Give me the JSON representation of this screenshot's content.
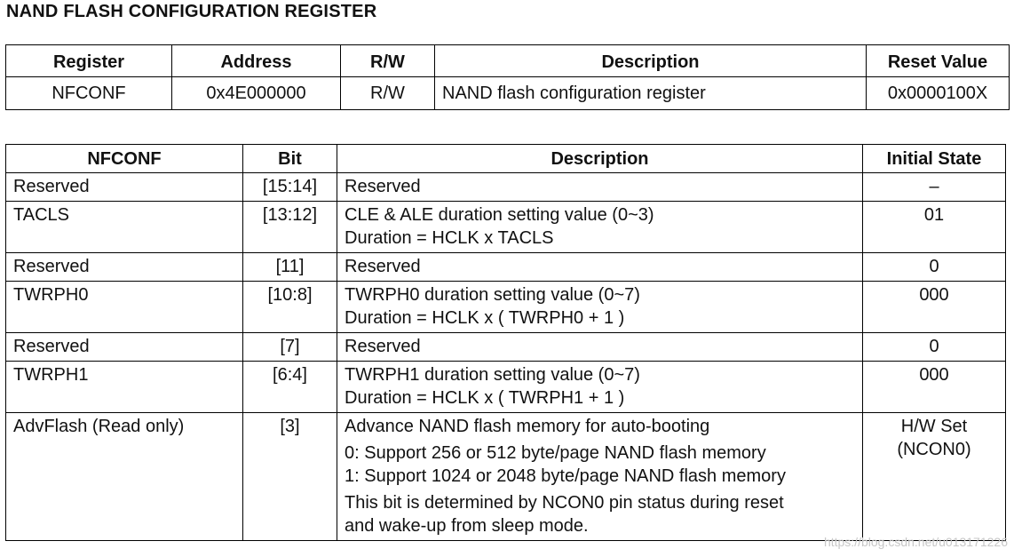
{
  "title": "NAND FLASH CONFIGURATION REGISTER",
  "register_table": {
    "headers": [
      "Register",
      "Address",
      "R/W",
      "Description",
      "Reset Value"
    ],
    "rows": [
      [
        "NFCONF",
        "0x4E000000",
        "R/W",
        "NAND flash configuration register",
        "0x0000100X"
      ]
    ]
  },
  "bit_table": {
    "headers": [
      "NFCONF",
      "Bit",
      "Description",
      "Initial State"
    ],
    "rows": [
      {
        "name": "Reserved",
        "bit": "[15:14]",
        "desc": [
          "Reserved"
        ],
        "state": [
          "–"
        ]
      },
      {
        "name": "TACLS",
        "bit": "[13:12]",
        "desc": [
          "CLE & ALE duration setting value (0~3)",
          "Duration =  HCLK x TACLS"
        ],
        "state": [
          "01"
        ]
      },
      {
        "name": "Reserved",
        "bit": "[11]",
        "desc": [
          "Reserved"
        ],
        "state": [
          "0"
        ]
      },
      {
        "name": "TWRPH0",
        "bit": "[10:8]",
        "desc": [
          "TWRPH0 duration setting value (0~7)",
          "Duration =  HCLK x ( TWRPH0 + 1 )"
        ],
        "state": [
          "000"
        ]
      },
      {
        "name": "Reserved",
        "bit": "[7]",
        "desc": [
          "Reserved"
        ],
        "state": [
          "0"
        ]
      },
      {
        "name": "TWRPH1",
        "bit": "[6:4]",
        "desc": [
          "TWRPH1 duration setting value (0~7)",
          "Duration =  HCLK x ( TWRPH1 + 1 )"
        ],
        "state": [
          "000"
        ]
      },
      {
        "name": "AdvFlash (Read only)",
        "bit": "[3]",
        "desc": [
          "Advance NAND flash memory for auto-booting",
          "0: Support   256 or   512 byte/page NAND flash memory",
          "1: Support 1024 or 2048 byte/page NAND flash memory",
          "This bit is determined by NCON0 pin status during reset",
          "and wake-up from sleep mode."
        ],
        "state": [
          "H/W Set",
          "(NCON0)"
        ]
      }
    ]
  },
  "watermark": "https://blog.csdn.net/u013171226"
}
